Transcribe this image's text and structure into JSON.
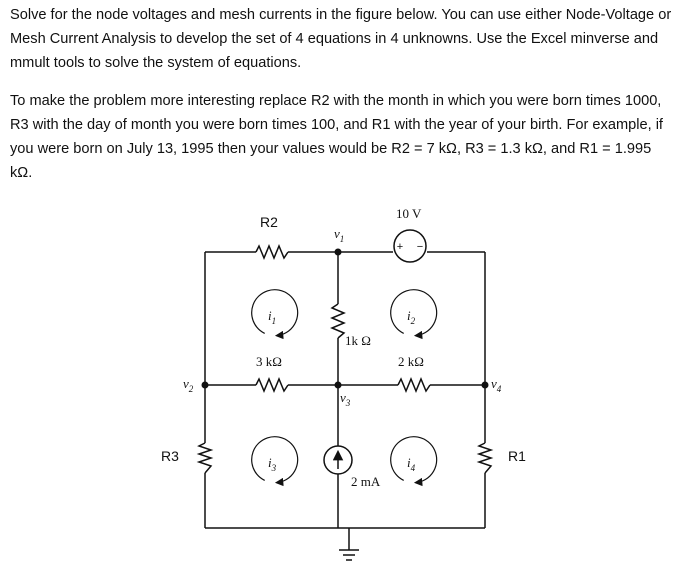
{
  "problem": {
    "paragraph1": "Solve for the node voltages and mesh currents in the figure below. You can use either Node-Voltage or Mesh Current Analysis to develop the set of 4 equations in 4 unknowns. Use the Excel minverse and mmult tools to solve the system of equations.",
    "paragraph2": "To make the problem more interesting replace R2 with the month in which you were born times 1000, R3 with the day of month you were born times 100, and R1 with the year of your birth. For example, if you were born on July 13, 1995 then your values would be R2 = 7 kΩ, R3 = 1.3 kΩ, and R1 = 1.995 kΩ."
  },
  "circuit": {
    "labels": {
      "r2": "R2",
      "r3": "R3",
      "r1": "R1",
      "source_voltage": "10 V",
      "plus": "+",
      "minus": "−",
      "r_1k": "1k Ω",
      "r_3k": "3 kΩ",
      "r_2k": "2 kΩ",
      "current_source": "2 mA"
    },
    "nodes": {
      "v1": "v",
      "v2": "v",
      "v3": "v",
      "v4": "v",
      "sub1": "1",
      "sub2": "2",
      "sub3": "3",
      "sub4": "4"
    },
    "meshes": {
      "i": "i",
      "sub1": "1",
      "sub2": "2",
      "sub3": "3",
      "sub4": "4"
    }
  }
}
